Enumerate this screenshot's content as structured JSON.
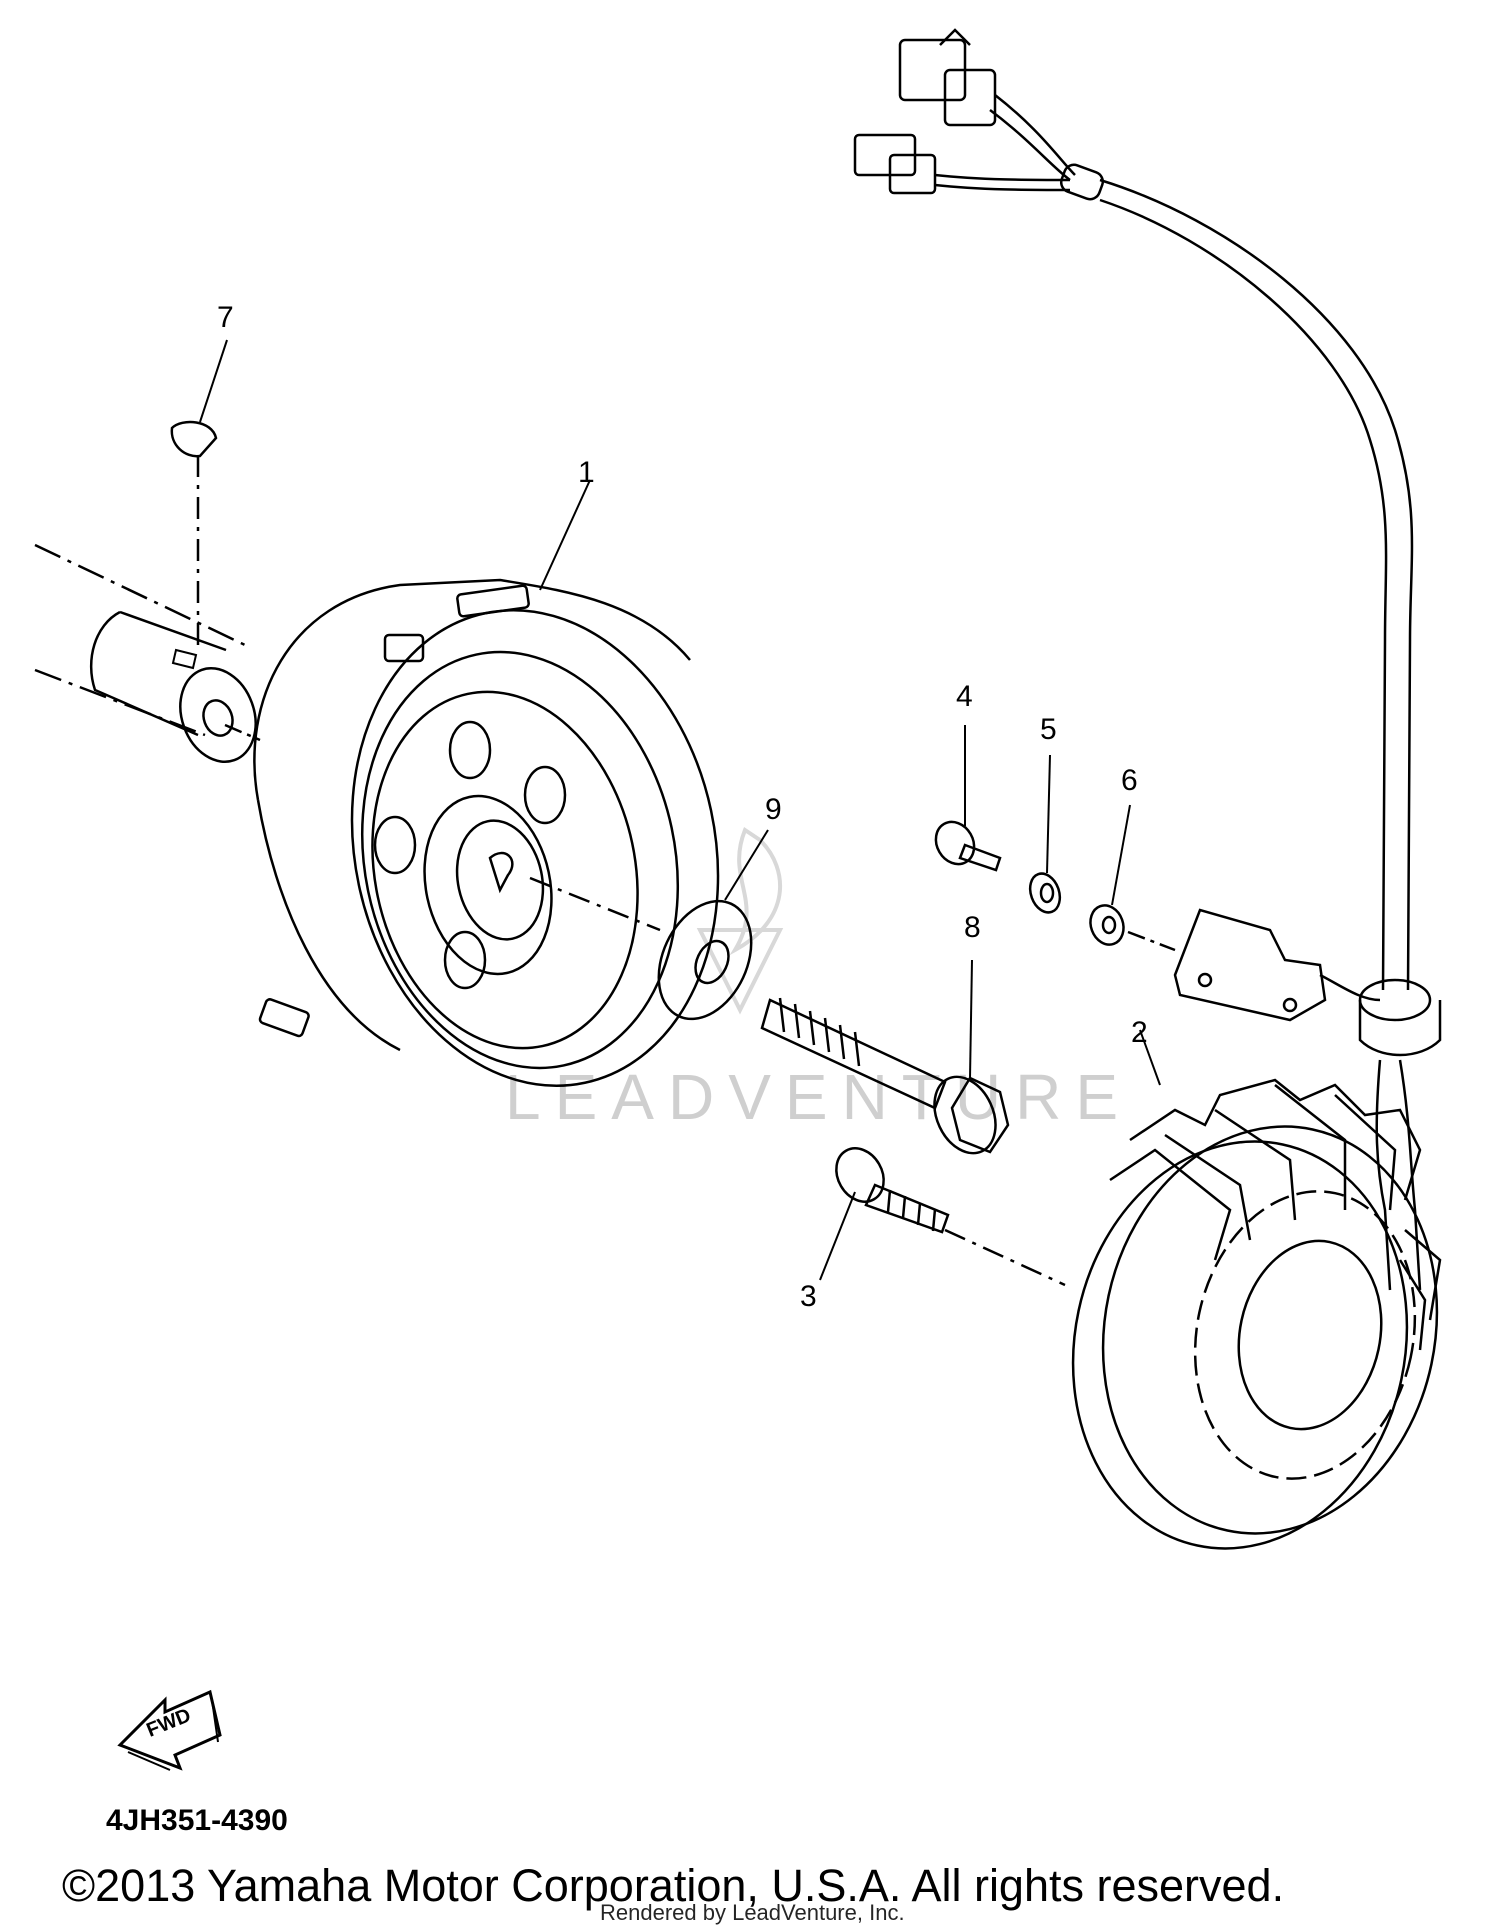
{
  "callouts": {
    "c1": "1",
    "c2": "2",
    "c3": "3",
    "c4": "4",
    "c5": "5",
    "c6": "6",
    "c7": "7",
    "c8": "8",
    "c9": "9"
  },
  "fwd_label": "FWD",
  "diagram_code": "4JH351-4390",
  "copyright": "©2013 Yamaha Motor Corporation, U.S.A. All rights reserved.",
  "rendered_by": "Rendered by LeadVenture, Inc.",
  "watermark": "LEADVENTURE",
  "colors": {
    "ink": "#000000",
    "watermark": "#cfcfcf",
    "background": "#ffffff"
  }
}
